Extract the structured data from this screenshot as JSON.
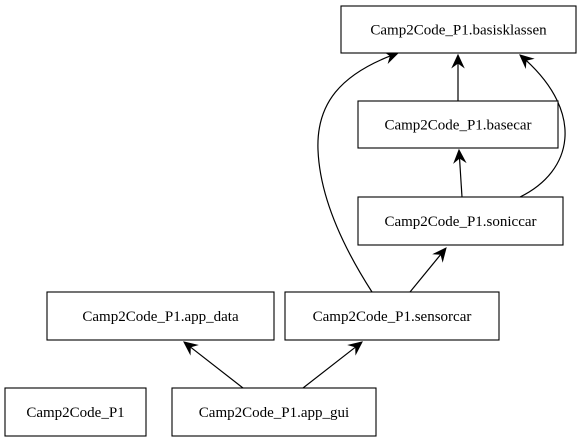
{
  "diagram": {
    "nodes": [
      {
        "id": "basisklassen",
        "label": "Camp2Code_P1.basisklassen"
      },
      {
        "id": "basecar",
        "label": "Camp2Code_P1.basecar"
      },
      {
        "id": "soniccar",
        "label": "Camp2Code_P1.soniccar"
      },
      {
        "id": "app_data",
        "label": "Camp2Code_P1.app_data"
      },
      {
        "id": "sensorcar",
        "label": "Camp2Code_P1.sensorcar"
      },
      {
        "id": "root",
        "label": "Camp2Code_P1"
      },
      {
        "id": "app_gui",
        "label": "Camp2Code_P1.app_gui"
      }
    ],
    "edges": [
      {
        "from": "basecar",
        "to": "basisklassen"
      },
      {
        "from": "soniccar",
        "to": "basecar"
      },
      {
        "from": "soniccar",
        "to": "basisklassen"
      },
      {
        "from": "sensorcar",
        "to": "soniccar"
      },
      {
        "from": "sensorcar",
        "to": "basisklassen"
      },
      {
        "from": "app_gui",
        "to": "app_data"
      },
      {
        "from": "app_gui",
        "to": "sensorcar"
      }
    ]
  }
}
